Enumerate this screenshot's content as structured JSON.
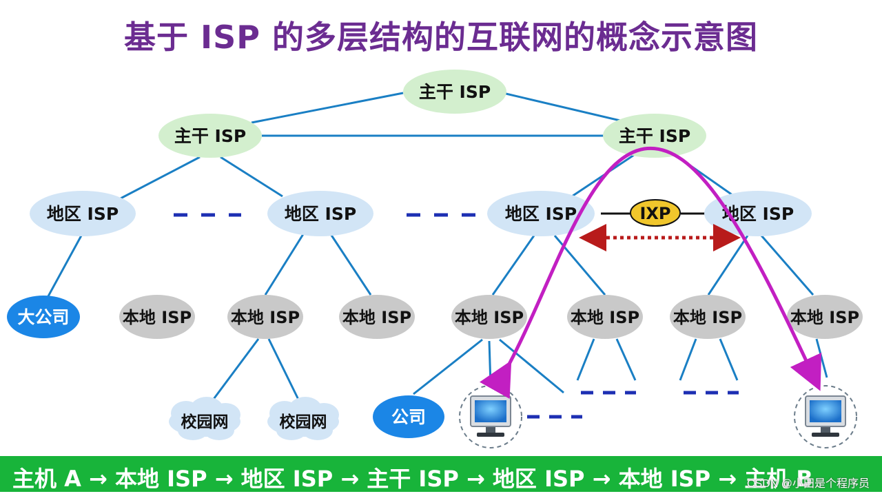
{
  "title": "基于 ISP 的多层结构的互联网的概念示意图",
  "colors": {
    "title": "#6b2c91",
    "backbone_fill": "#d3efce",
    "regional_fill": "#d2e5f6",
    "local_fill": "#c9c9c9",
    "company_fill": "#1b86e6",
    "ixp_fill": "#f0c62c",
    "link": "#1a7fc4",
    "dash": "#1d2fb3",
    "path_arrow": "#c21fc2",
    "ixp_arrow": "#b81b1b",
    "route_bar": "#18b43a"
  },
  "nodes": {
    "backbone_top": "主干 ISP",
    "backbone_left": "主干 ISP",
    "backbone_right": "主干 ISP",
    "regional_1": "地区 ISP",
    "regional_2": "地区 ISP",
    "regional_3": "地区 ISP",
    "regional_4": "地区 ISP",
    "ixp": "IXP",
    "big_company": "大公司",
    "local_1": "本地 ISP",
    "local_2": "本地 ISP",
    "local_3": "本地 ISP",
    "local_4": "本地 ISP",
    "local_5": "本地 ISP",
    "local_6": "本地 ISP",
    "local_7": "本地 ISP",
    "campus_1": "校园网",
    "campus_2": "校园网",
    "company": "公司"
  },
  "route": {
    "text": "主机 A → 本地 ISP → 地区 ISP → 主干 ISP → 地区 ISP → 本地 ISP → 主机 B"
  },
  "watermark": "CSDN @小田是个程序员"
}
